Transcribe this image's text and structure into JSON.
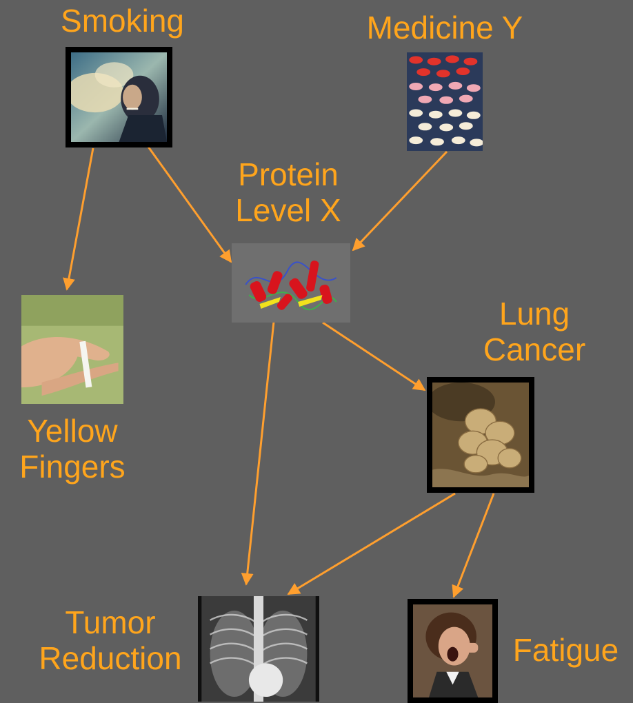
{
  "nodes": {
    "smoking": {
      "label": "Smoking",
      "image": "smoking-photo"
    },
    "medicine": {
      "label": "Medicine Y",
      "image": "pills-photo"
    },
    "protein": {
      "label_line1": "Protein",
      "label_line2": "Level X",
      "image": "protein-structure"
    },
    "yellow_fingers": {
      "label_line1": "Yellow",
      "label_line2": "Fingers",
      "image": "hand-with-cigarette-photo"
    },
    "lung_cancer": {
      "label_line1": "Lung",
      "label_line2": "Cancer",
      "image": "cancer-cells-micrograph"
    },
    "tumor_reduction": {
      "label_line1": "Tumor",
      "label_line2": "Reduction",
      "image": "chest-xray"
    },
    "fatigue": {
      "label": "Fatigue",
      "image": "yawning-person-photo"
    }
  },
  "edges": [
    {
      "from": "smoking",
      "to": "yellow_fingers"
    },
    {
      "from": "smoking",
      "to": "protein"
    },
    {
      "from": "medicine",
      "to": "protein"
    },
    {
      "from": "protein",
      "to": "lung_cancer"
    },
    {
      "from": "protein",
      "to": "tumor_reduction"
    },
    {
      "from": "lung_cancer",
      "to": "tumor_reduction"
    },
    {
      "from": "lung_cancer",
      "to": "fatigue"
    }
  ],
  "colors": {
    "background": "#5f5f5f",
    "accent": "#ffa51c",
    "arrow": "#ff9f2e"
  }
}
